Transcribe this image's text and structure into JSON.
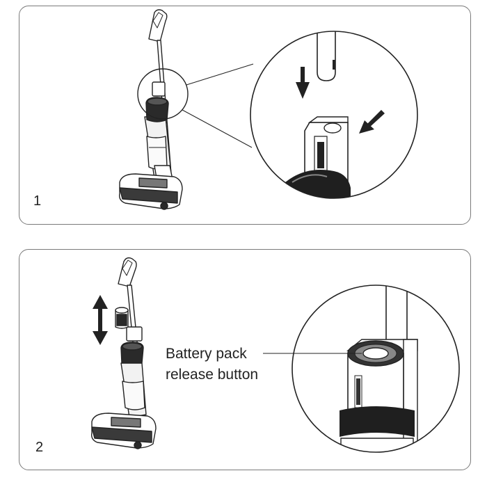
{
  "steps": [
    {
      "number": "1"
    },
    {
      "number": "2",
      "callout_line1": "Battery pack",
      "callout_line2": "release button"
    }
  ],
  "icons": [
    "vacuum-cleaner-icon",
    "zoom-circle-icon",
    "down-arrow-icon",
    "insert-arrow-icon",
    "up-down-arrow-icon",
    "battery-pack-icon"
  ]
}
